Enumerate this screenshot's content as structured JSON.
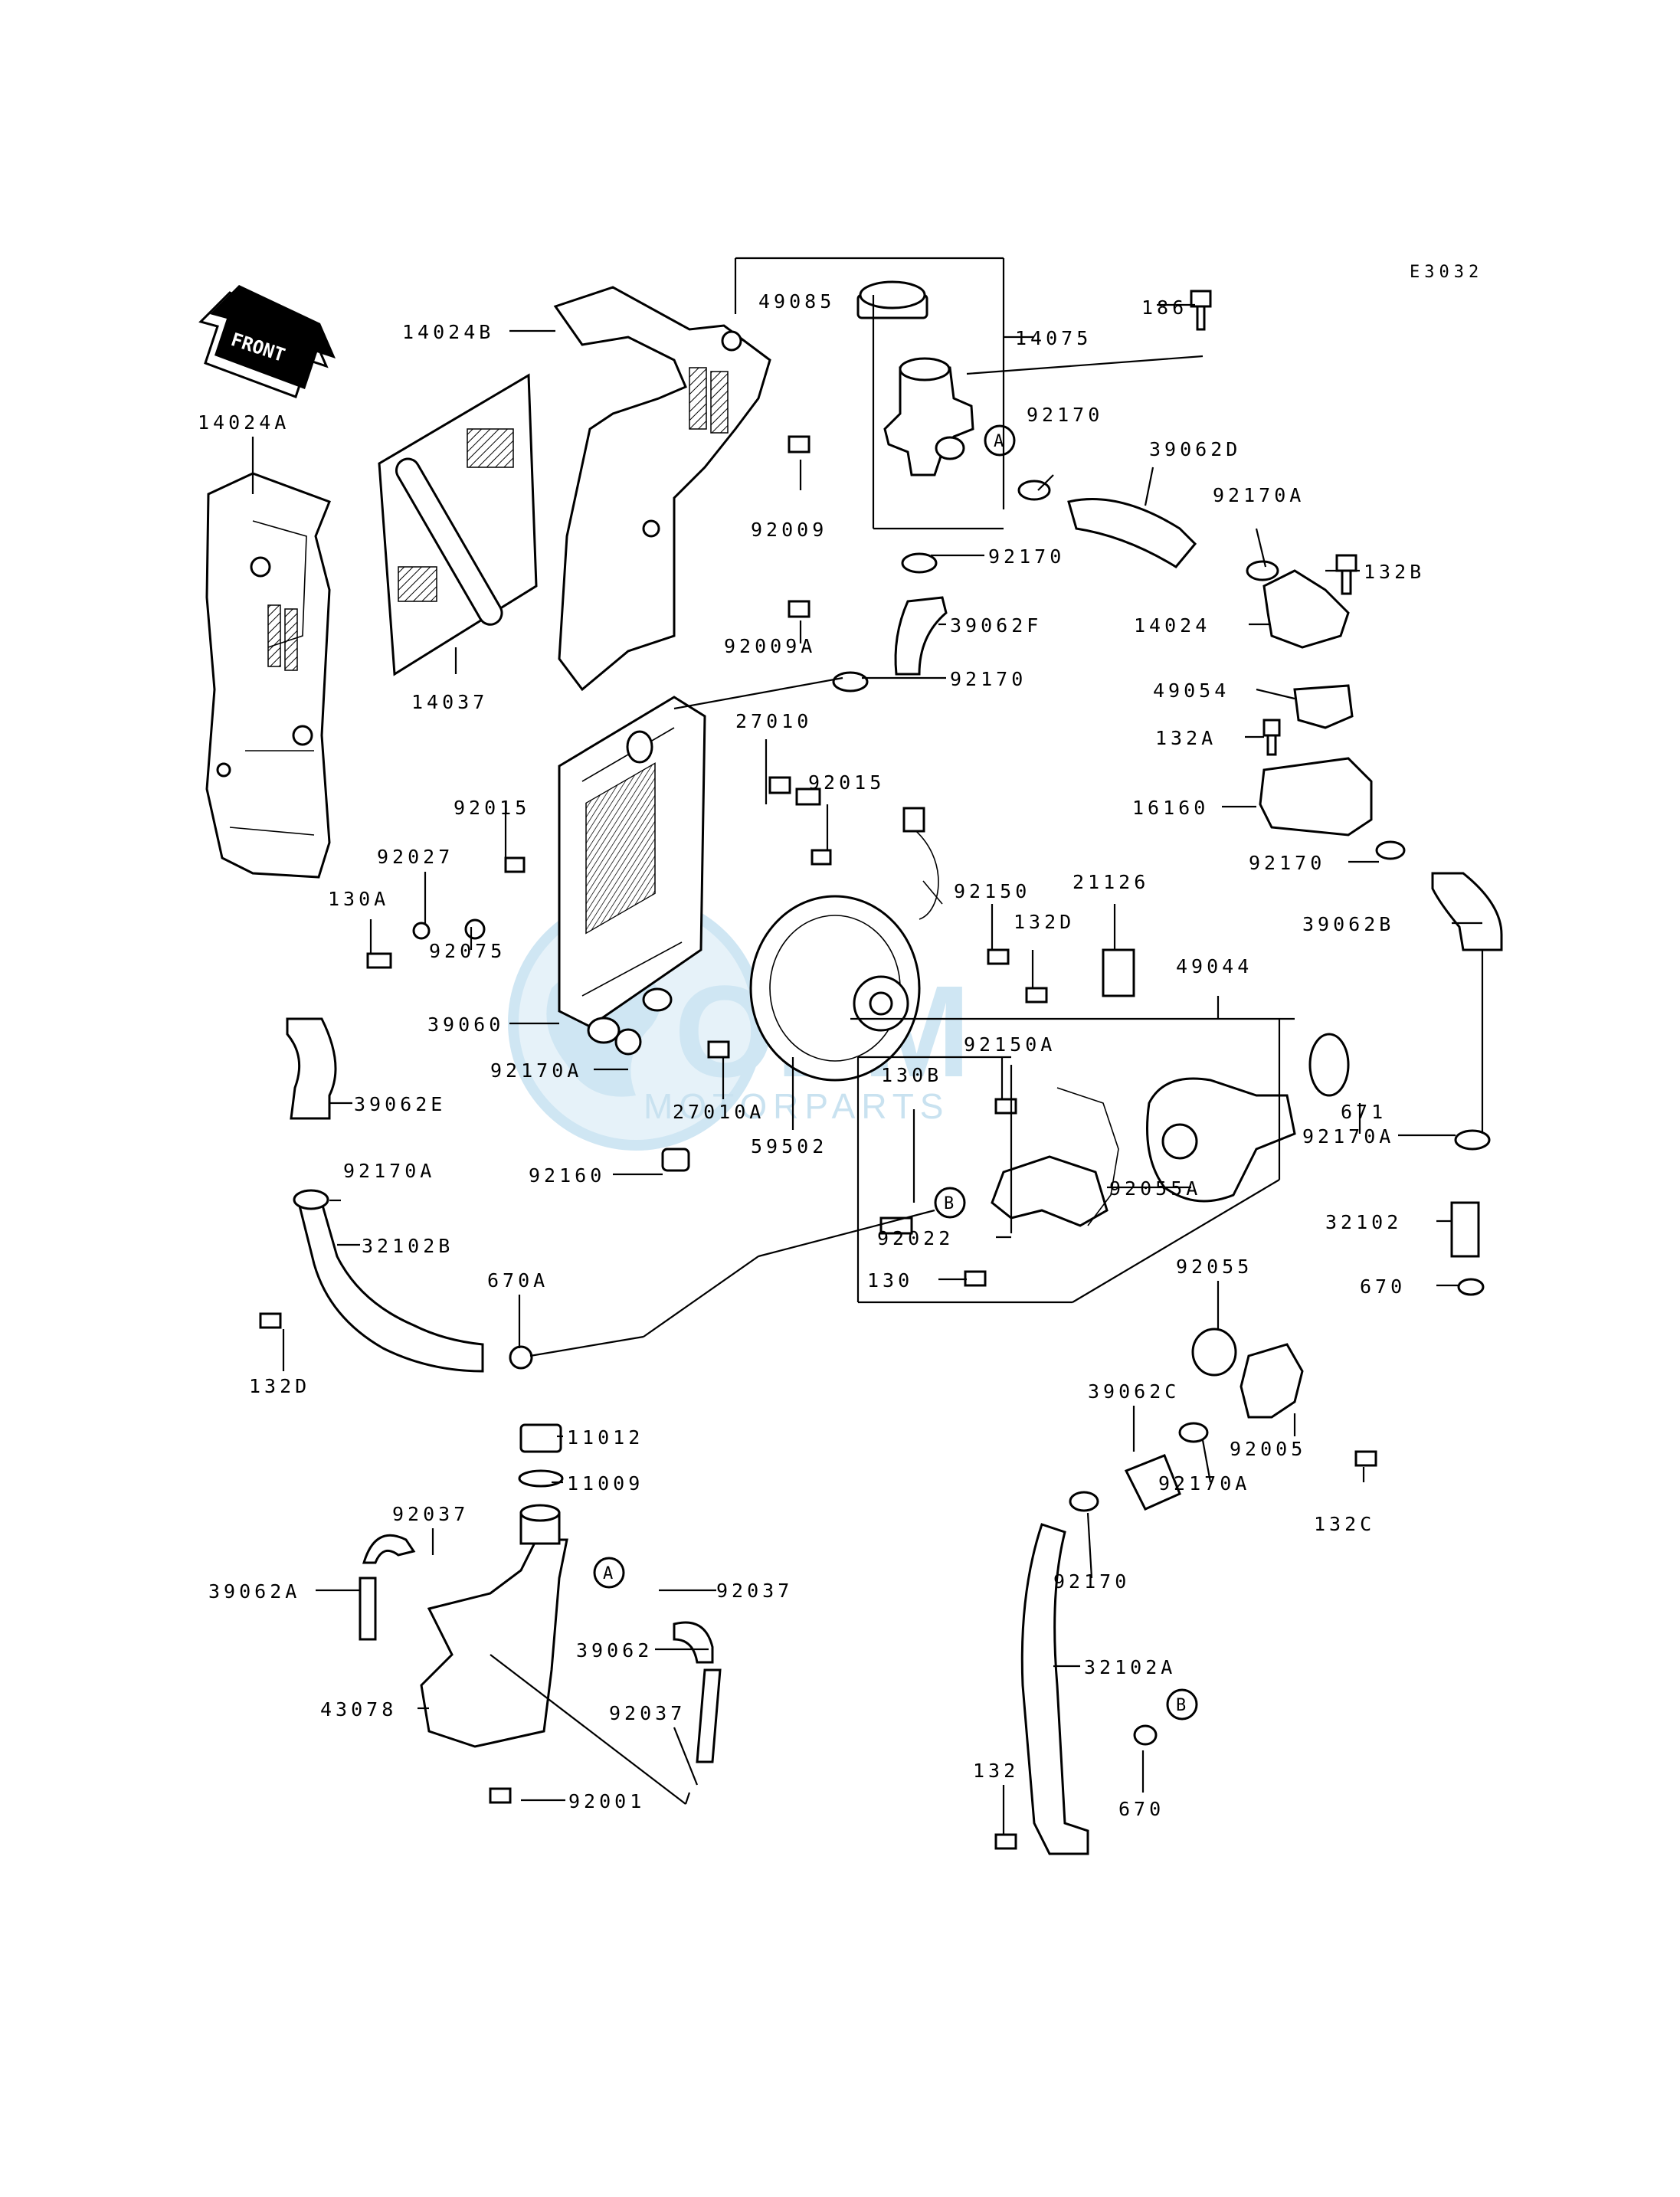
{
  "diagram_code": "E3032",
  "front_arrow_label": "FRONT",
  "watermark": {
    "brand": "OEM",
    "sub": "MOTORPARTS"
  },
  "callout_letters": [
    "A",
    "A",
    "B",
    "B"
  ],
  "parts": [
    {
      "key": "p14024B",
      "label": "14024B"
    },
    {
      "key": "p14024A",
      "label": "14024A"
    },
    {
      "key": "p14037",
      "label": "14037"
    },
    {
      "key": "p92009",
      "label": "92009"
    },
    {
      "key": "p92009A",
      "label": "92009A"
    },
    {
      "key": "p49085",
      "label": "49085"
    },
    {
      "key": "p14075",
      "label": "14075"
    },
    {
      "key": "p186",
      "label": "186"
    },
    {
      "key": "p92170_a",
      "label": "92170"
    },
    {
      "key": "p39062D",
      "label": "39062D"
    },
    {
      "key": "p92170A_a",
      "label": "92170A"
    },
    {
      "key": "p92170_b",
      "label": "92170"
    },
    {
      "key": "p132B",
      "label": "132B"
    },
    {
      "key": "p14024",
      "label": "14024"
    },
    {
      "key": "p39062F",
      "label": "39062F"
    },
    {
      "key": "p92170_c",
      "label": "92170"
    },
    {
      "key": "p49054",
      "label": "49054"
    },
    {
      "key": "p132A",
      "label": "132A"
    },
    {
      "key": "p27010",
      "label": "27010"
    },
    {
      "key": "p92015_a",
      "label": "92015"
    },
    {
      "key": "p92015_b",
      "label": "92015"
    },
    {
      "key": "p16160",
      "label": "16160"
    },
    {
      "key": "p92027",
      "label": "92027"
    },
    {
      "key": "p130A",
      "label": "130A"
    },
    {
      "key": "p92170_d",
      "label": "92170"
    },
    {
      "key": "p92150",
      "label": "92150"
    },
    {
      "key": "p21126",
      "label": "21126"
    },
    {
      "key": "p132D_a",
      "label": "132D"
    },
    {
      "key": "p39062B",
      "label": "39062B"
    },
    {
      "key": "p92075",
      "label": "92075"
    },
    {
      "key": "p49044",
      "label": "49044"
    },
    {
      "key": "p39060",
      "label": "39060"
    },
    {
      "key": "p92150A",
      "label": "92150A"
    },
    {
      "key": "p92170A_b",
      "label": "92170A"
    },
    {
      "key": "p130B",
      "label": "130B"
    },
    {
      "key": "p39062E",
      "label": "39062E"
    },
    {
      "key": "p27010A",
      "label": "27010A"
    },
    {
      "key": "p671",
      "label": "671"
    },
    {
      "key": "p59502",
      "label": "59502"
    },
    {
      "key": "p92170A_c",
      "label": "92170A"
    },
    {
      "key": "p92170A_d",
      "label": "92170A"
    },
    {
      "key": "p92160",
      "label": "92160"
    },
    {
      "key": "p92055A",
      "label": "92055A"
    },
    {
      "key": "p32102",
      "label": "32102"
    },
    {
      "key": "p32102B",
      "label": "32102B"
    },
    {
      "key": "p92022",
      "label": "92022"
    },
    {
      "key": "p670A",
      "label": "670A"
    },
    {
      "key": "p130",
      "label": "130"
    },
    {
      "key": "p670_a",
      "label": "670"
    },
    {
      "key": "p92055",
      "label": "92055"
    },
    {
      "key": "p132D_b",
      "label": "132D"
    },
    {
      "key": "p39062C",
      "label": "39062C"
    },
    {
      "key": "p11012",
      "label": "11012"
    },
    {
      "key": "p11009",
      "label": "11009"
    },
    {
      "key": "p92005",
      "label": "92005"
    },
    {
      "key": "p92037_a",
      "label": "92037"
    },
    {
      "key": "p92170A_e",
      "label": "92170A"
    },
    {
      "key": "p132C",
      "label": "132C"
    },
    {
      "key": "p92037_b",
      "label": "92037"
    },
    {
      "key": "p39062A",
      "label": "39062A"
    },
    {
      "key": "p92170_e",
      "label": "92170"
    },
    {
      "key": "p39062",
      "label": "39062"
    },
    {
      "key": "p32102A",
      "label": "32102A"
    },
    {
      "key": "p43078",
      "label": "43078"
    },
    {
      "key": "p92037_c",
      "label": "92037"
    },
    {
      "key": "p92001",
      "label": "92001"
    },
    {
      "key": "p132",
      "label": "132"
    },
    {
      "key": "p670_b",
      "label": "670"
    }
  ]
}
